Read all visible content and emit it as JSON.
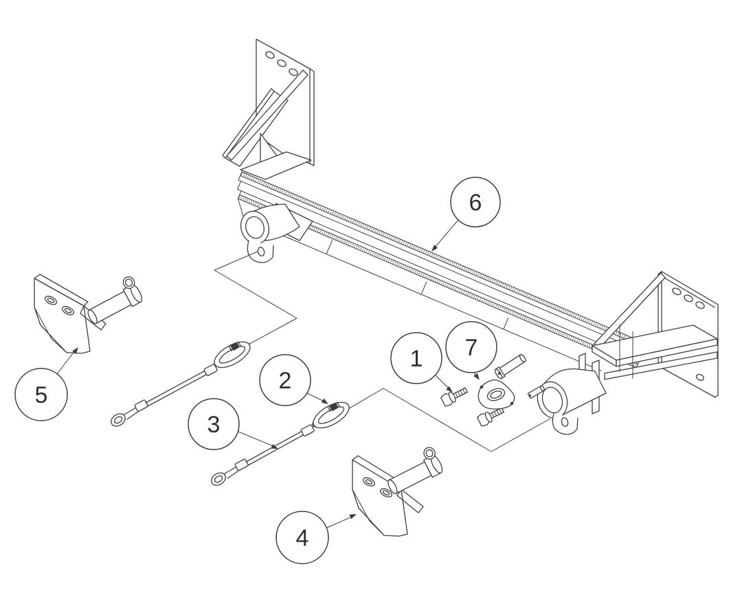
{
  "diagram": {
    "background": "#ffffff",
    "line_color": "#3d3d3d",
    "kind": "exploded parts diagram (vehicle baseplate / tow bar kit)",
    "callouts": [
      {
        "label": "1",
        "target": "hex bolts"
      },
      {
        "label": "2",
        "target": "quick link on lower safety cable"
      },
      {
        "label": "3",
        "target": "lower safety cable"
      },
      {
        "label": "4",
        "target": "angle bracket with clevis pin (right)"
      },
      {
        "label": "5",
        "target": "angle bracket with clevis pin (left)"
      },
      {
        "label": "6",
        "target": "crossbar frame assembly"
      },
      {
        "label": "7",
        "target": "safety cable anchor plate"
      }
    ]
  }
}
